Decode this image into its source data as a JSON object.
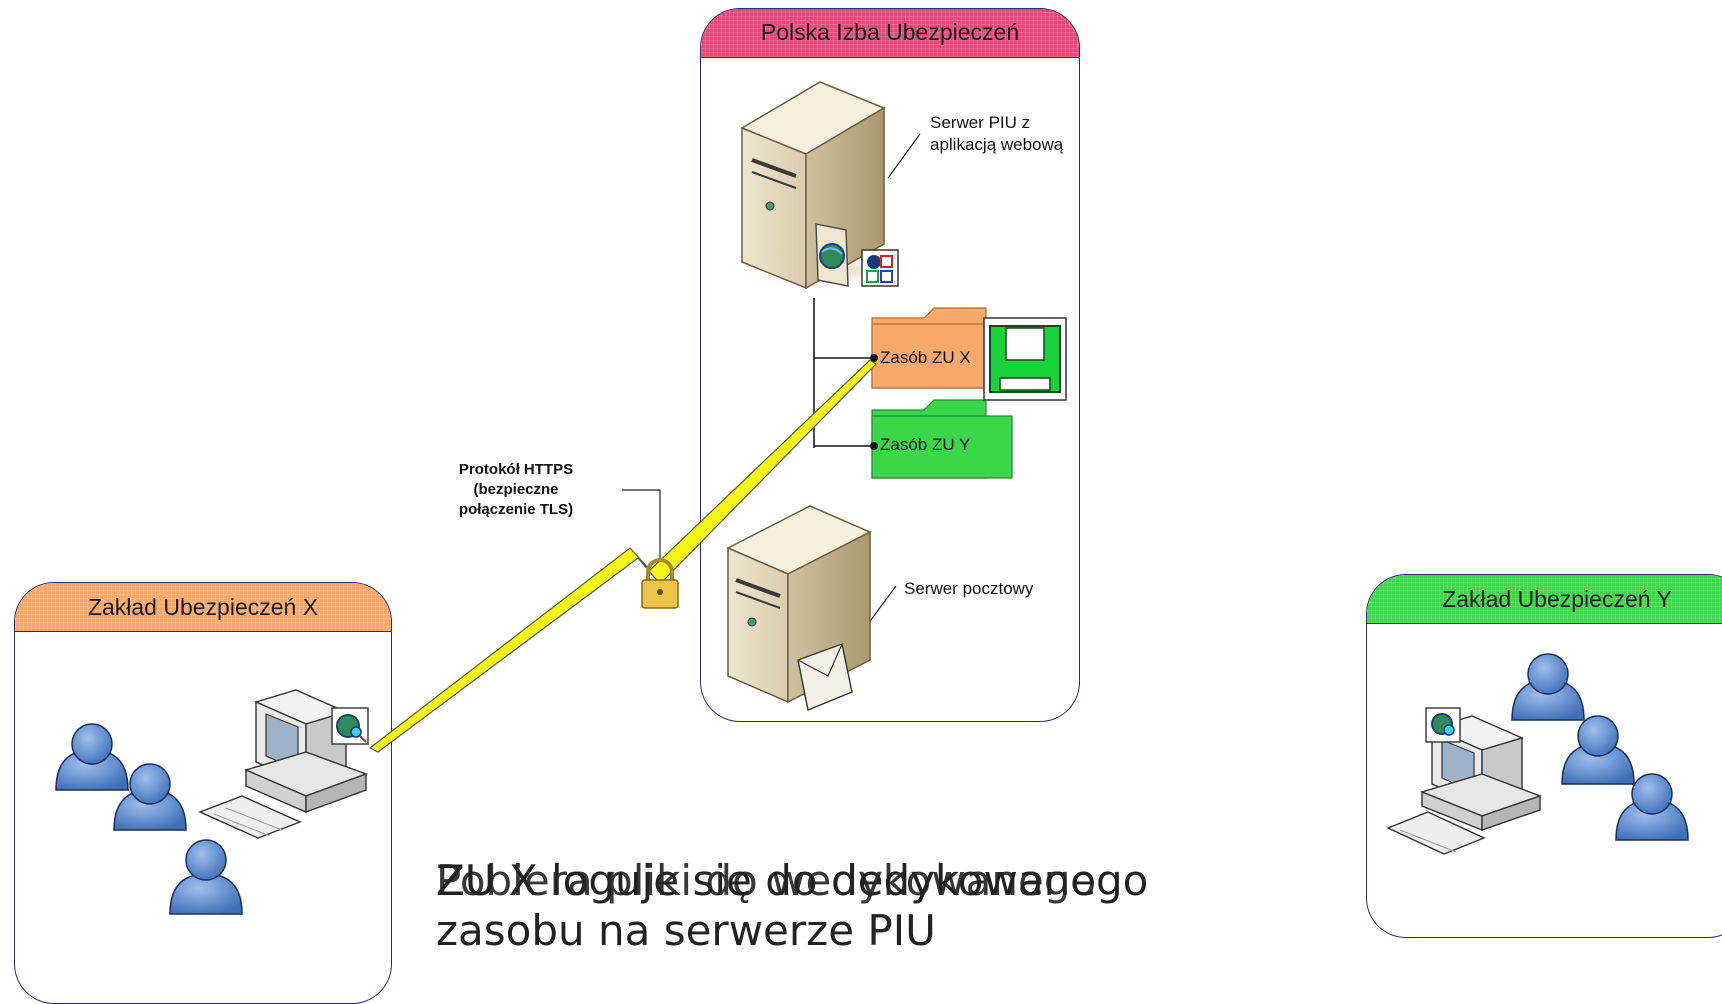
{
  "groups": {
    "piu": {
      "title": "Polska Izba Ubezpieczeń",
      "color": "#e8497a"
    },
    "zu_x": {
      "title": "Zakład Ubezpieczeń X",
      "color": "#f7a86b"
    },
    "zu_y": {
      "title": "Zakład Ubezpieczeń Y",
      "color": "#3cd64a"
    }
  },
  "labels": {
    "web_server": [
      "Serwer PIU z",
      "aplikacją webową"
    ],
    "mail_server": "Serwer pocztowy",
    "resource_x": "Zasób ZU X",
    "resource_y": "Zasób ZU Y",
    "protocol": [
      "Protokół HTTPS",
      "(bezpieczne",
      "połączenie TLS)"
    ]
  },
  "caption": {
    "line1_a": "ZU X loguje się do dedykowanego",
    "line1_b": "Pobiera pliki do wedykowanego",
    "line2": "zasobu na serwerze PIU"
  },
  "colors": {
    "border": "#2e2a6e",
    "folder_x": "#f7a86b",
    "folder_y": "#3cd64a",
    "lightning": "#f4f417",
    "floppy": "#19d13a",
    "person": "#5a8ed6"
  },
  "icons": [
    "web-server-icon",
    "mail-server-icon",
    "workstation-icon",
    "user-icon",
    "lock-icon",
    "floppy-disk-icon",
    "folder-icon",
    "lightning-link-icon",
    "globe-icon",
    "envelope-icon",
    "keyboard-icon"
  ]
}
